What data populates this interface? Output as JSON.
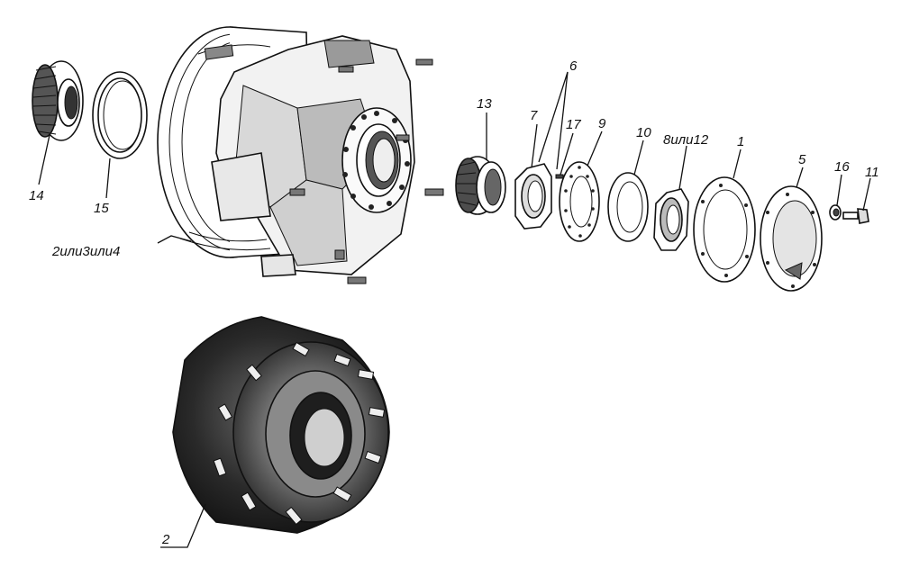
{
  "labels": {
    "l1": "1",
    "l2": "2",
    "l5": "5",
    "l6": "6",
    "l7": "7",
    "l8_12": "8или12",
    "l9": "9",
    "l10": "10",
    "l11": "11",
    "l13": "13",
    "l14": "14",
    "l15": "15",
    "l16": "16",
    "l17": "17",
    "l2_3_4": "2или3или4"
  }
}
